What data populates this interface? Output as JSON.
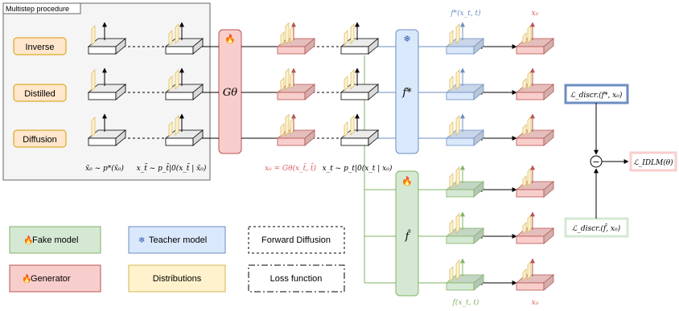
{
  "multistep": {
    "title": "Multistep procedure",
    "rows": [
      "Inverse",
      "Distilled",
      "Diffusion"
    ],
    "label_a": "x̃₀ ~ p*(x̃₀)",
    "label_b": "x_t̃ ~ p_t̃|0(x_t̃ | x̃₀)"
  },
  "generator": {
    "symbol": "Gθ",
    "out_label": "x₀ = Gθ(x_t̃, t̃)",
    "noise_label": "x_t ~ p_t|0(x_t | x₀)"
  },
  "teacher": {
    "symbol": "f*",
    "out_label": "f*(x_t, t)",
    "x0_label": "x₀"
  },
  "fake": {
    "symbol": "f̂",
    "out_label": "f(x_t, t)",
    "x0_label": "x₀"
  },
  "loss": {
    "top": "ℒ_discr.(f*, x₀)",
    "bottom": "ℒ_discr.(f̂, x₀)",
    "minus": "−",
    "out": "ℒ_IDLM(θ)"
  },
  "legend": {
    "fake_model": "Fake model",
    "teacher_model": "Teacher model",
    "forward_diffusion": "Forward Diffusion",
    "generator": "Generator",
    "distributions": "Distributions",
    "loss_function": "Loss function"
  },
  "colors": {
    "red_fill": "#f8cecc",
    "red_stroke": "#b85450",
    "blue_fill": "#dae8fc",
    "blue_stroke": "#6c8ebf",
    "green_fill": "#d5e8d4",
    "green_stroke": "#82b366",
    "yellow_fill": "#fff2cc",
    "yellow_stroke": "#d6b656",
    "orange_fill": "#ffe6cc",
    "orange_stroke": "#d79b00",
    "gray_fill": "#f5f5f5"
  }
}
